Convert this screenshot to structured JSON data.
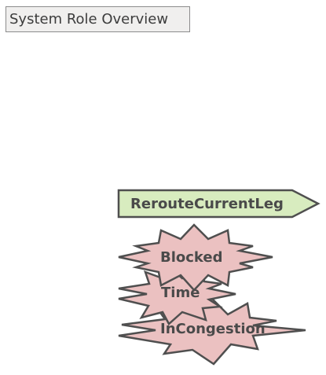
{
  "diagram": {
    "title": "System Role Overview",
    "role": {
      "label": "RerouteCurrentLeg"
    },
    "events": [
      {
        "label": "Blocked"
      },
      {
        "label": "Time"
      },
      {
        "label": "InCongestion"
      }
    ]
  },
  "colors": {
    "role_fill": "#d8ecbf",
    "event_fill": "#ebc1c1",
    "stroke": "#4f4f4f",
    "label": "#4a4a4a",
    "tab_fill": "#f0efee"
  },
  "icons": {
    "role_shape": "pentagon-arrow-icon",
    "event_shape": "starburst-icon"
  }
}
